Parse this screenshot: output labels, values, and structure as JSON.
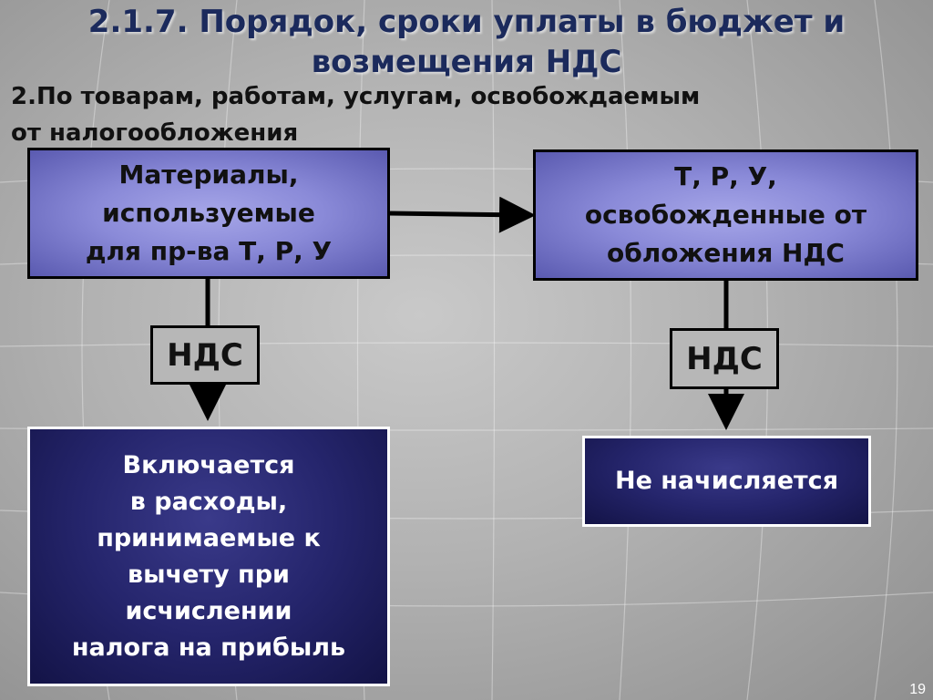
{
  "slide": {
    "title_line1": "2.1.7. Порядок, сроки уплаты в бюджет и",
    "title_line2": "возмещения НДС",
    "subtitle_line1": "2.По товарам, работам, услугам, освобождаемым",
    "subtitle_line2": "от налогообложения",
    "page_number": "19"
  },
  "left": {
    "top_box_lines": [
      "Материалы,",
      "используемые",
      "для пр-ва Т, Р, У"
    ],
    "nds_label": "НДС",
    "result_lines": [
      "Включается",
      "в расходы,",
      "принимаемые к",
      "вычету при",
      "исчислении",
      "налога на прибыль"
    ]
  },
  "right": {
    "top_box_lines": [
      "Т, Р, У,",
      "освобожденные от",
      "обложения НДС"
    ],
    "nds_label": "НДС",
    "result_label": "Не начисляется"
  },
  "colors": {
    "title": "#1b2a5c",
    "lilac_box": "#8a8ad8",
    "navy_box": "#25256c",
    "nds_box": "#b7b7b7"
  }
}
